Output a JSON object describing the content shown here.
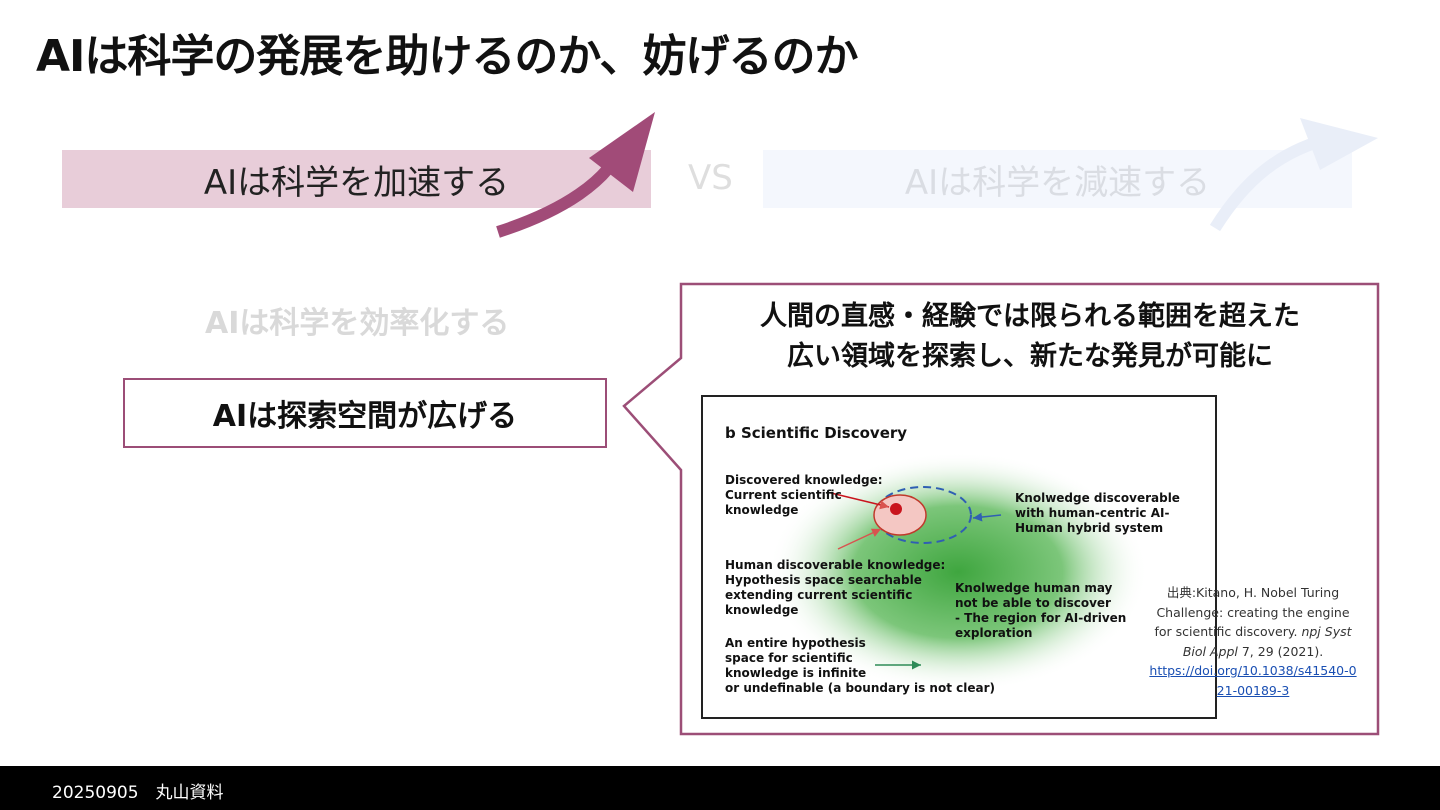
{
  "slide": {
    "title": "AIは科学の発展を助けるのか、妨げるのか"
  },
  "comparison": {
    "accelerate": "AIは科学を加速する",
    "vs": "VS",
    "decelerate": "AIは科学を減速する"
  },
  "points": {
    "efficiency": "AIは科学を効率化する",
    "expand": "AIは探索空間が広げる"
  },
  "callout": {
    "line1": "人間の直感・経験では限られる範囲を超えた",
    "line2": "広い領域を探索し、新たな発見が可能に"
  },
  "figure": {
    "title": "b Scientific Discovery",
    "labels": {
      "discovered": "Discovered knowledge:\nCurrent scientific\nknowledge",
      "hybrid": "Knolwedge discoverable\nwith human-centric AI-\nHuman hybrid system",
      "human": "Human discoverable knowledge:\nHypothesis space searchable\nextending current scientific\nknowledge",
      "ai_region": "Knolwedge human may\nnot be able to discover\n- The region for AI-driven\nexploration",
      "entire": "An entire hypothesis\nspace for scientific\nknowledge is infinite\nor undefinable (a boundary is not clear)"
    }
  },
  "citation": {
    "prefix": "出典:Kitano, H. Nobel Turing Challenge: creating the engine for scientific discovery. ",
    "journal": "npj Syst Biol Appl",
    "details": " 7, 29 (2021).",
    "link": "https://doi.org/10.1038/s41540-021-00189-3"
  },
  "footer": {
    "text": "20250905　丸山資料"
  },
  "colors": {
    "accent": "#9c4e77",
    "accelerate_bg": "#e8cdd9",
    "decelerate_bg": "#f4f7fd",
    "footer_bg": "#000000"
  }
}
